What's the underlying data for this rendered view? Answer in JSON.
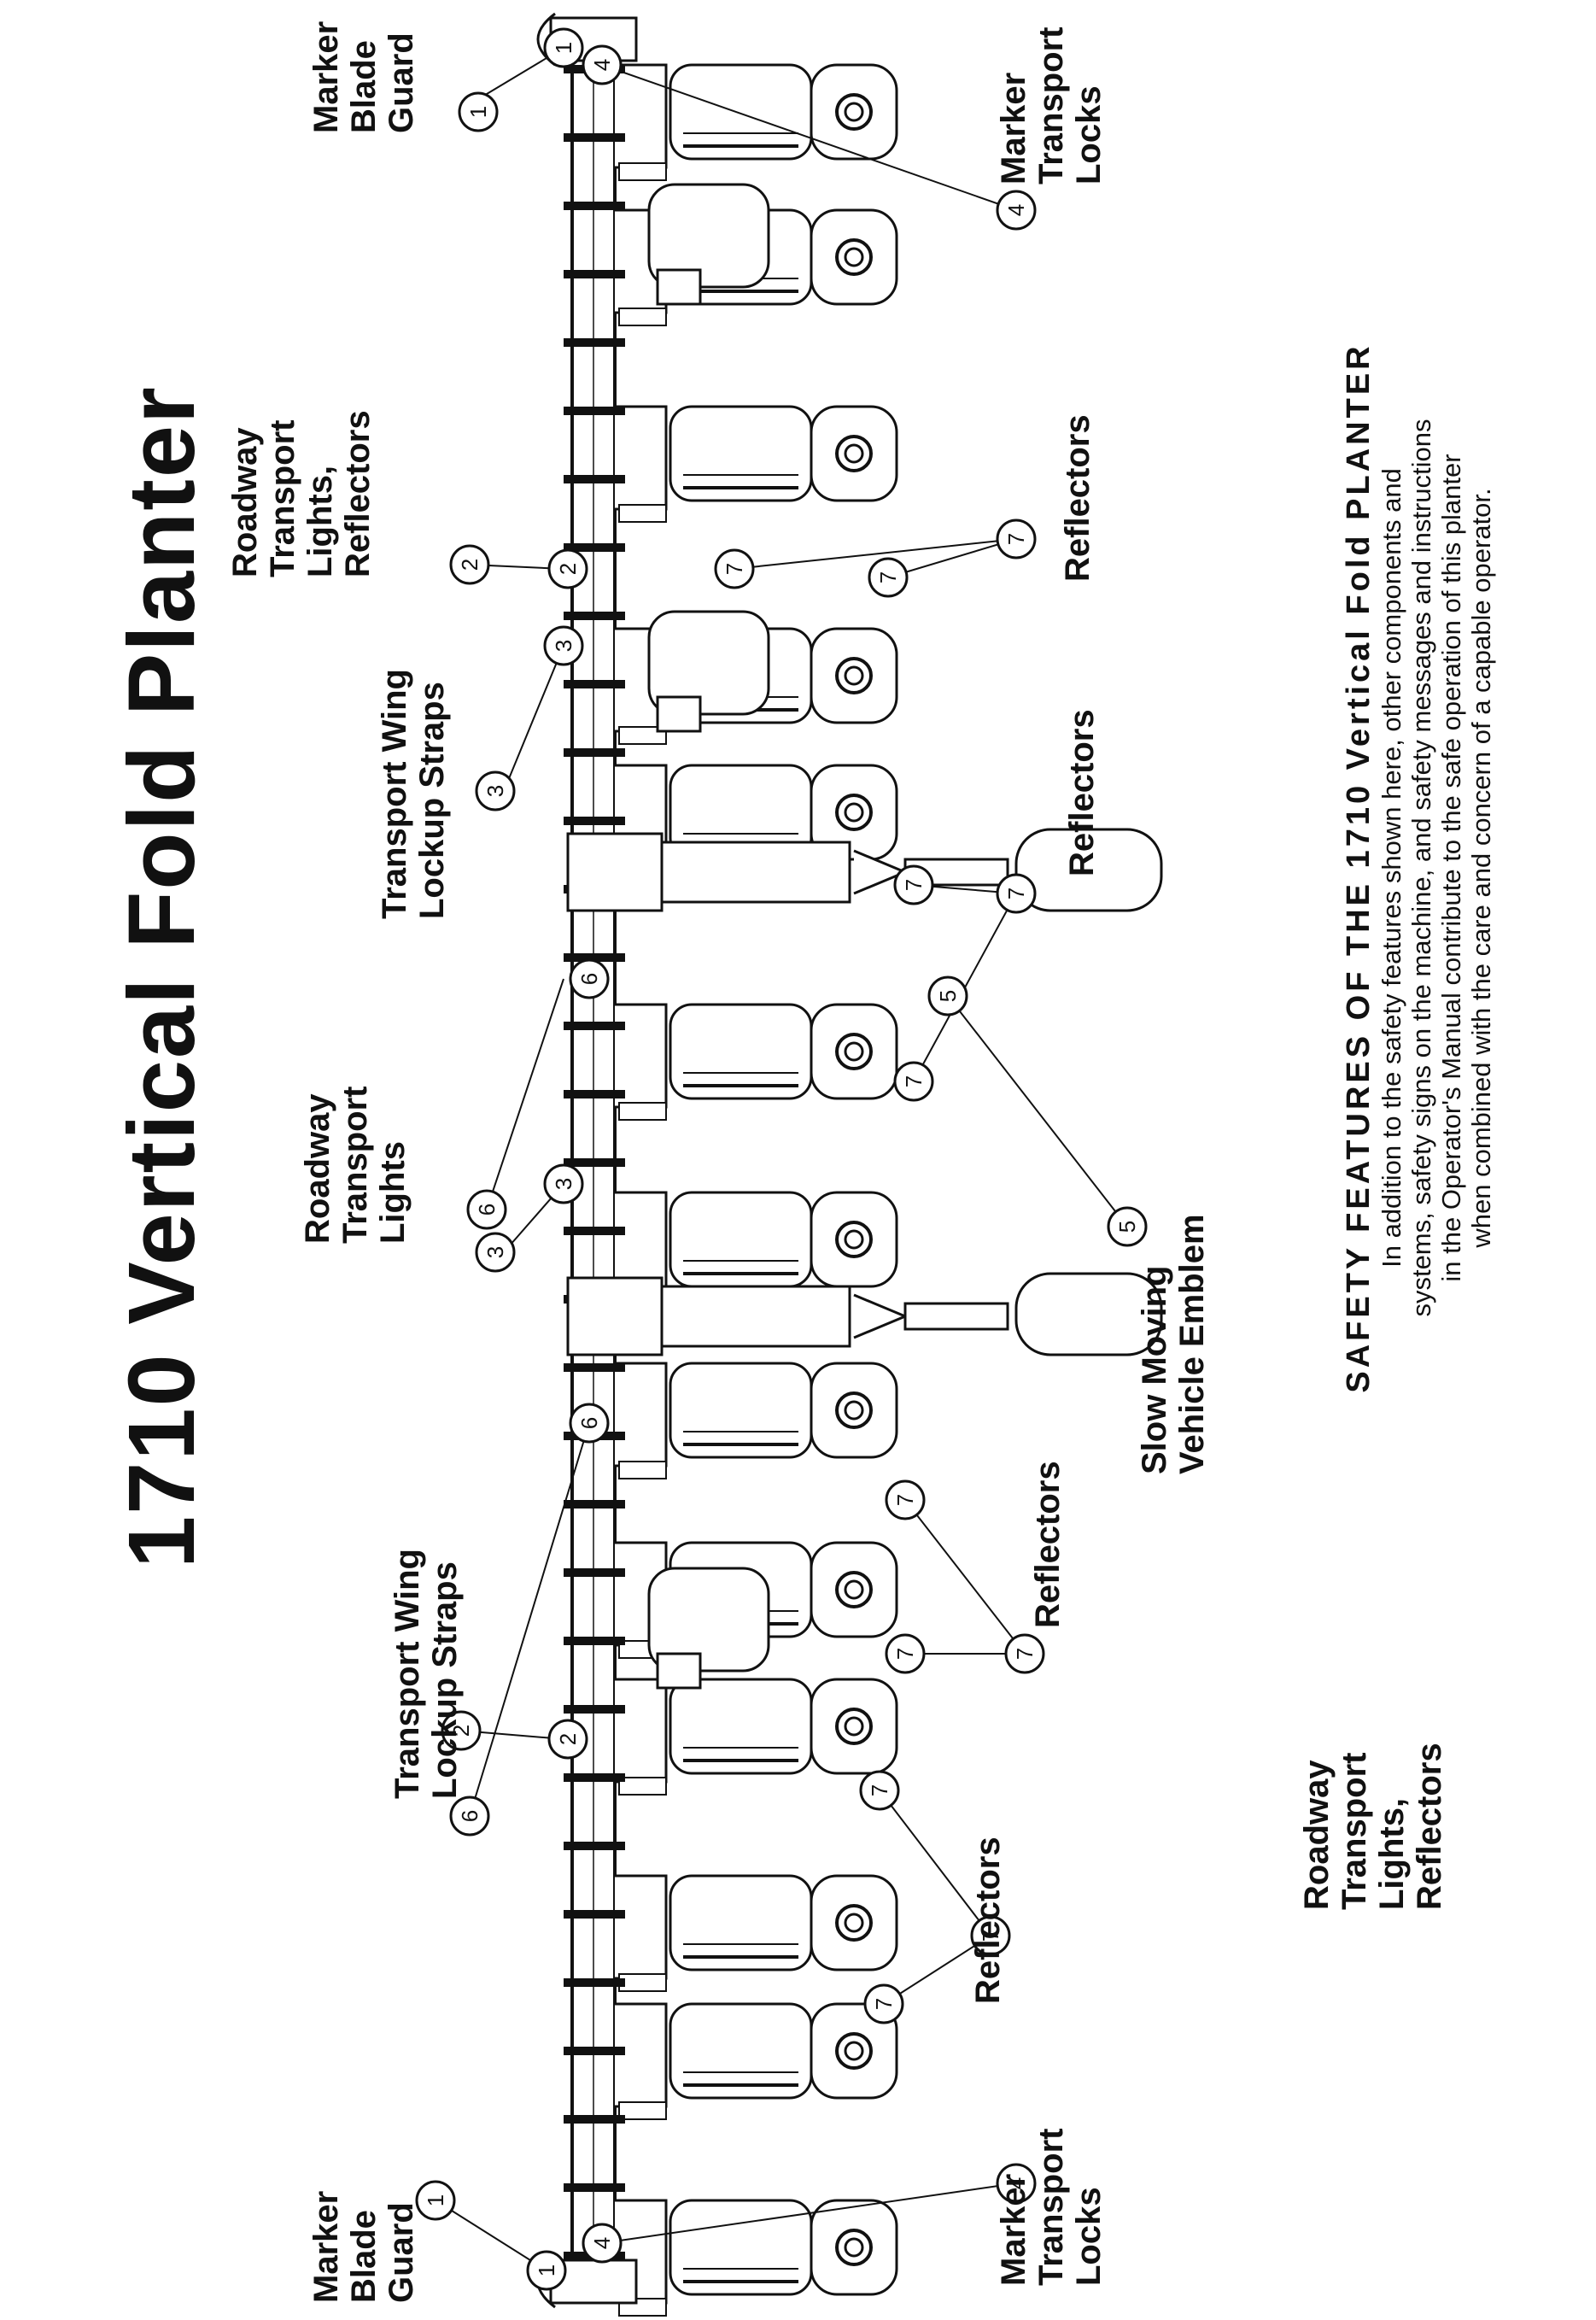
{
  "title": "1710 Vertical Fold Planter",
  "callout_numbers": [
    "1",
    "2",
    "3",
    "4",
    "5",
    "6",
    "7"
  ],
  "labels": {
    "marker_blade_guard": [
      "Marker",
      "Blade",
      "Guard"
    ],
    "marker_transport_locks": [
      "Marker",
      "Transport",
      "Locks"
    ],
    "roadway_transport_lights_reflectors": [
      "Roadway",
      "Transport",
      "Lights,",
      "Reflectors"
    ],
    "transport_wing_lockup_straps": [
      "Transport Wing",
      "Lockup Straps"
    ],
    "roadway_transport_lights": [
      "Roadway",
      "Transport",
      "Lights"
    ],
    "slow_moving_vehicle_emblem": [
      "Slow Moving",
      "Vehicle Emblem"
    ],
    "reflectors": "Reflectors"
  },
  "footer": {
    "heading": "SAFETY  FEATURES  OF  THE  1710  Vertical  Fold  PLANTER",
    "lines": [
      "In addition to the safety features shown here, other components and",
      "systems, safety signs on the machine, and safety messages and instructions",
      "in the Operator's Manual contribute to the safe operation of this planter",
      "when combined with the care and concern of a capable operator."
    ]
  }
}
